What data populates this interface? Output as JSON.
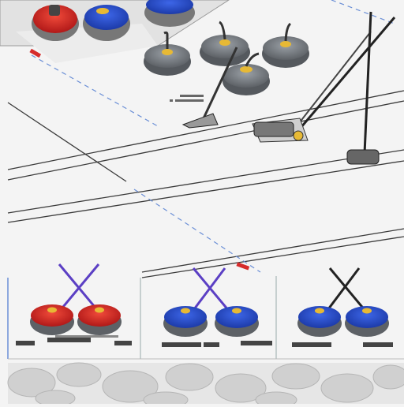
{
  "colors": {
    "background": "#f4f4f4",
    "ice": "#eeeeee",
    "sheet_line": "#3a3a3a",
    "hog_dash": "#6b8fd6",
    "stone_gray": "#7d8289",
    "stone_red": "#d62b2b",
    "stone_blue": "#2c4fcf",
    "handle_yellow": "#e7b935",
    "broom_purple": "#5b3fc4",
    "broom_dark": "#222222",
    "rock_pattern": "#c9c9c9"
  },
  "panels": [
    {
      "name": "red-team-panel",
      "stone": "red",
      "broom": "purple"
    },
    {
      "name": "blue-team-panel",
      "stone": "blue",
      "broom": "purple"
    },
    {
      "name": "blue-dark-panel",
      "stone": "blue",
      "broom": "dark"
    }
  ]
}
